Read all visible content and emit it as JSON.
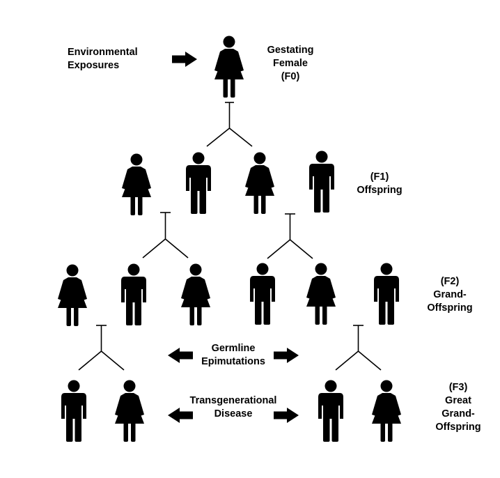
{
  "labels": {
    "env_line1": "Environmental",
    "env_line2": "Exposures",
    "f0_line1": "Gestating",
    "f0_line2": "Female",
    "f0_line3": "(F0)",
    "f1_line1": "(F1)",
    "f1_line2": "Offspring",
    "f2_line1": "(F2)",
    "f2_line2": "Grand-",
    "f2_line3": "Offspring",
    "f3_line1": "(F3)",
    "f3_line2": "Great",
    "f3_line3": "Grand-",
    "f3_line4": "Offspring",
    "germ_line1": "Germline",
    "germ_line2": "Epimutations",
    "trans_line1": "Transgenerational",
    "trans_line2": "Disease"
  },
  "colors": {
    "figure": "#000000",
    "text": "#000000",
    "background": "#ffffff"
  },
  "generations": [
    {
      "id": "F0",
      "figures": [
        "female"
      ]
    },
    {
      "id": "F1",
      "figures": [
        "female",
        "male",
        "female",
        "male"
      ]
    },
    {
      "id": "F2",
      "figures": [
        "female",
        "male",
        "female",
        "male",
        "female",
        "male"
      ]
    },
    {
      "id": "F3",
      "figures": [
        "male",
        "female",
        "male",
        "female"
      ]
    }
  ]
}
